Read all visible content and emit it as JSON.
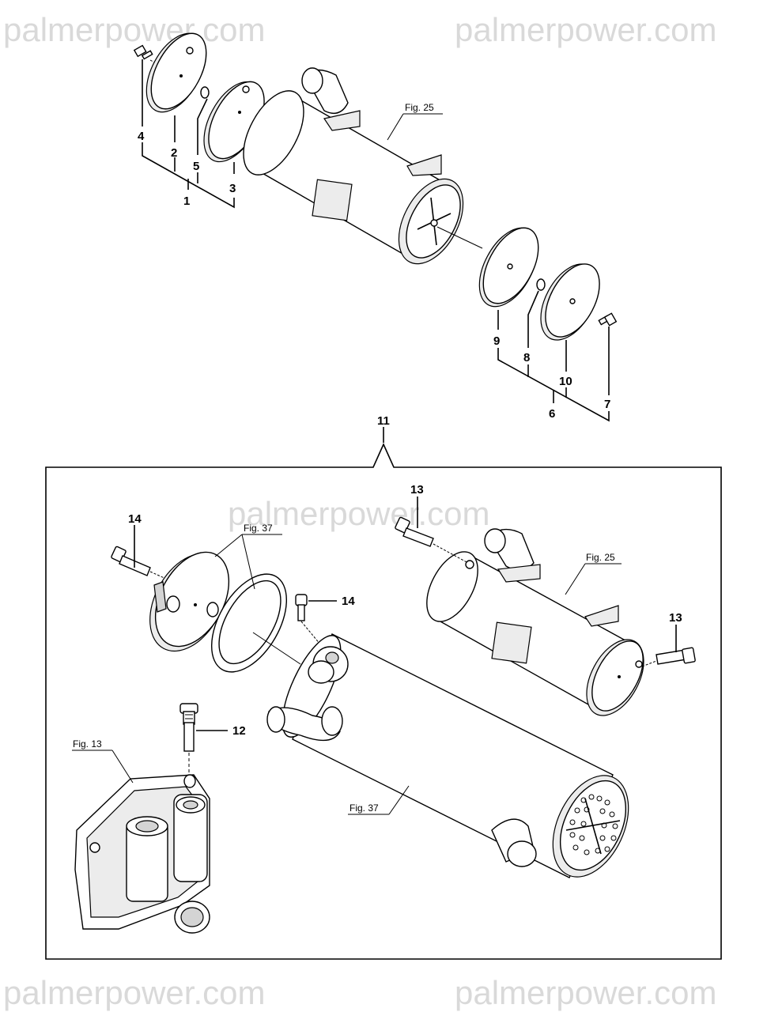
{
  "watermark": "palmerpower.com",
  "labels": {
    "p1": "1",
    "p2": "2",
    "p3": "3",
    "p4": "4",
    "p5": "5",
    "p6": "6",
    "p7": "7",
    "p8": "8",
    "p9": "9",
    "p10": "10",
    "p11": "11",
    "p12": "12",
    "p13a": "13",
    "p13b": "13",
    "p14a": "14",
    "p14b": "14"
  },
  "figrefs": {
    "fig25_top": "Fig. 25",
    "fig37_cover": "Fig. 37",
    "fig25_inset": "Fig. 25",
    "fig13": "Fig. 13",
    "fig37_body": "Fig. 37"
  }
}
